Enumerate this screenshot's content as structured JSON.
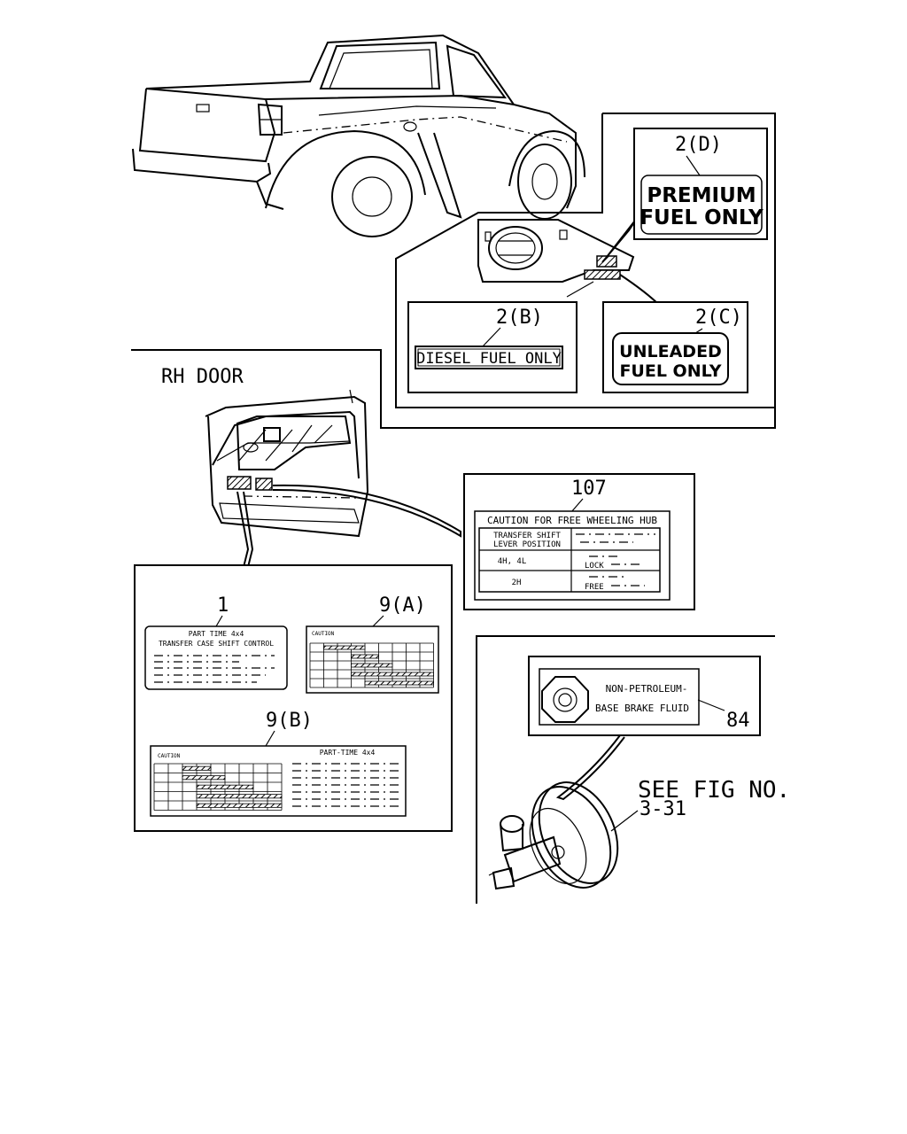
{
  "labels": {
    "premium": {
      "callout": "2(D)",
      "line1": "PREMIUM",
      "line2": "FUEL ONLY"
    },
    "diesel": {
      "callout": "2(B)",
      "text": "DIESEL FUEL ONLY"
    },
    "unleaded": {
      "callout": "2(C)",
      "line1": "UNLEADED",
      "line2": "FUEL ONLY"
    },
    "rh_door": "RH DOOR",
    "hub": {
      "callout": "107",
      "title": "CAUTION FOR FREE WHEELING HUB",
      "row1a": "TRANSFER SHIFT",
      "row1b": "LEVER POSITION",
      "row2": "4H, 4L",
      "row2_val": "LOCK",
      "row3": "2H",
      "row3_val": "FREE"
    },
    "part1": {
      "callout": "1",
      "line1": "PART TIME 4x4",
      "line2": "TRANSFER CASE SHIFT CONTROL"
    },
    "part9a": {
      "callout": "9(A)",
      "heading": "CAUTION"
    },
    "part9b": {
      "callout": "9(B)",
      "heading": "CAUTION",
      "title": "PART-TIME 4x4"
    },
    "brake": {
      "callout": "84",
      "line1": "NON-PETROLEUM-",
      "line2": "BASE BRAKE FLUID"
    },
    "see_fig": {
      "line1": "SEE FIG NO.",
      "line2": "3-31"
    }
  }
}
